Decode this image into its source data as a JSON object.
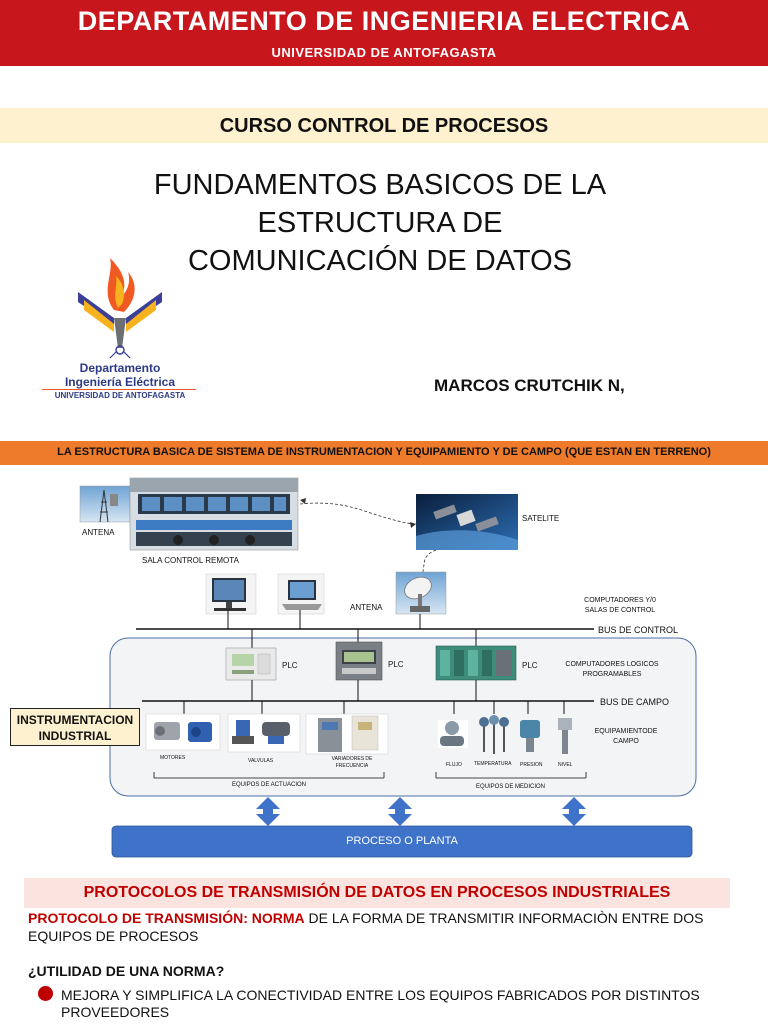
{
  "header": {
    "title": "DEPARTAMENTO DE INGENIERIA ELECTRICA",
    "subtitle": "UNIVERSIDAD DE ANTOFAGASTA"
  },
  "course": {
    "title": "CURSO CONTROL DE PROCESOS"
  },
  "main_title": {
    "line1": "FUNDAMENTOS BASICOS DE LA",
    "line2": "ESTRUCTURA DE",
    "line3": "COMUNICACIÓN DE DATOS"
  },
  "logo": {
    "line1": "Departamento",
    "line2": "Ingeniería Eléctrica",
    "line3": "UNIVERSIDAD DE ANTOFAGASTA"
  },
  "author": "MARCOS CRUTCHIK N,",
  "section_bar": "LA ESTRUCTURA BASICA DE SISTEMA DE INSTRUMENTACION Y EQUIPAMIENTO Y DE CAMPO (QUE ESTAN EN TERRENO)",
  "diagram": {
    "antena_top": "ANTENA",
    "sala": "SALA CONTROL REMOTA",
    "satelite": "SATELITE",
    "antena_mid": "ANTENA",
    "computadores_line1": "COMPUTADORES Y/0",
    "computadores_line2": "SALAS DE CONTROL",
    "bus_control": "BUS DE CONTROL",
    "plc1": "PLC",
    "plc2": "PLC",
    "plc3": "PLC",
    "computadores_logicos_line1": "COMPUTADORES LOGICOS",
    "computadores_logicos_line2": "PROGRAMABLES",
    "bus_campo": "BUS DE CAMPO",
    "instrumentacion_line1": "INSTRUMENTACION",
    "instrumentacion_line2": "INDUSTRIAL",
    "equipamiento_line1": "EQUIPAMIENTODE",
    "equipamiento_line2": "CAMPO",
    "motores": "MOTORES",
    "valvulas": "VALVULAS",
    "variadores_line1": "VARIADORES DE",
    "variadores_line2": "FRECUENCIA",
    "flujo": "FLUJO",
    "temperatura": "TEMPERATURA",
    "presion": "PRESION",
    "nivel": "NIVEL",
    "equipos_actuacion": "EQUIPOS DE ACTUACION",
    "equipos_medicion": "EQUIPOS DE MEDICION",
    "proceso": "PROCESO O PLANTA"
  },
  "protocols": {
    "title": "PROTOCOLOS DE TRANSMISIÓN DE DATOS EN PROCESOS INDUSTRIALES",
    "def_label": "PROTOCOLO DE TRANSMISIÓN: NORMA",
    "def_text": " DE LA FORMA DE TRANSMITIR INFORMACIÒN ENTRE DOS EQUIPOS DE PROCESOS",
    "question": "¿UTILIDAD DE UNA NORMA?",
    "bullet1": "MEJORA Y SIMPLIFICA LA CONECTIVIDAD ENTRE LOS EQUIPOS FABRICADOS POR DISTINTOS PROVEEDORES"
  },
  "colors": {
    "banner": "#c8161d",
    "course_bg": "#fdf1cf",
    "orange_bar": "#ee7b2b",
    "process_bar": "#3f73c9",
    "arrow": "#3f73c9",
    "red_text": "#c00000"
  }
}
